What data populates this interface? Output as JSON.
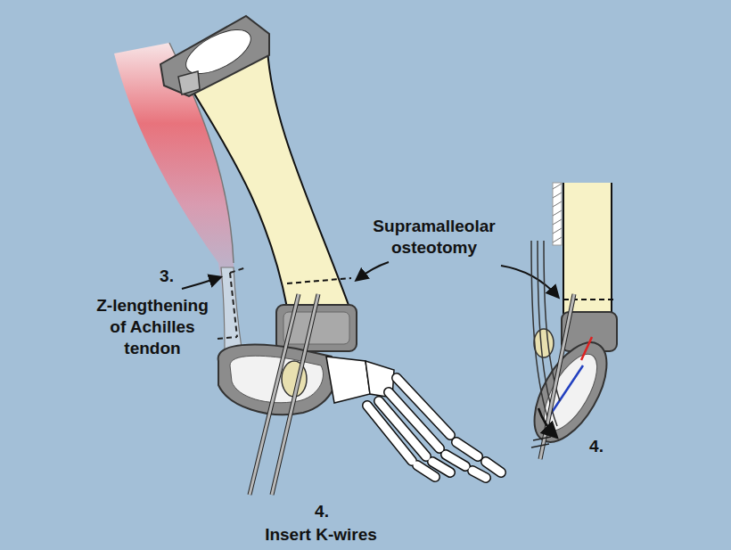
{
  "diagram": {
    "labels": [
      "Supramalleolar osteotomy",
      "3.",
      "Z-lengthening of Achilles tendon",
      "4.",
      "4.",
      "Insert K-wires"
    ]
  }
}
